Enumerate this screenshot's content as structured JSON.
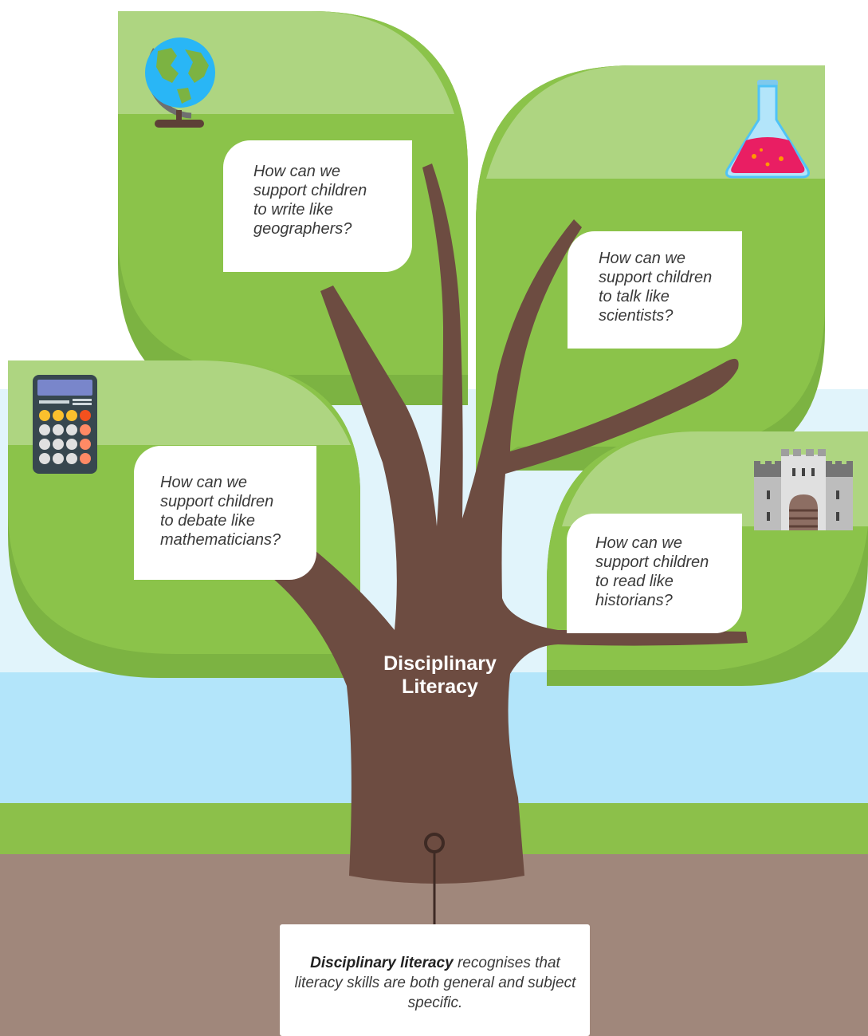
{
  "colors": {
    "sky_light": "#e1f4fb",
    "sky_mid": "#b3e5fa",
    "grass": "#8cc04a",
    "soil": "#a0877b",
    "leaf_light": "#aed581",
    "leaf": "#8bc34a",
    "leaf_dark": "#7cb342",
    "trunk": "#6d4c41",
    "bubble": "#ffffff",
    "text": "#3a3a3a"
  },
  "tree": {
    "trunk_label": "Disciplinary\nLiteracy"
  },
  "leaves": [
    {
      "subject": "geography",
      "icon": "globe-icon",
      "question": "How can we\nsupport children\nto write like\ngeographers?"
    },
    {
      "subject": "science",
      "icon": "flask-icon",
      "question": "How can we\nsupport children\nto talk like\nscientists?"
    },
    {
      "subject": "mathematics",
      "icon": "calculator-icon",
      "question": "How can we\nsupport children\nto debate like\nmathematicians?"
    },
    {
      "subject": "history",
      "icon": "castle-icon",
      "question": "How can we\nsupport children\nto read like\nhistorians?"
    }
  ],
  "caption": {
    "bold_term": "Disciplinary literacy",
    "text": " recognises that literacy skills are both general and subject specific."
  }
}
